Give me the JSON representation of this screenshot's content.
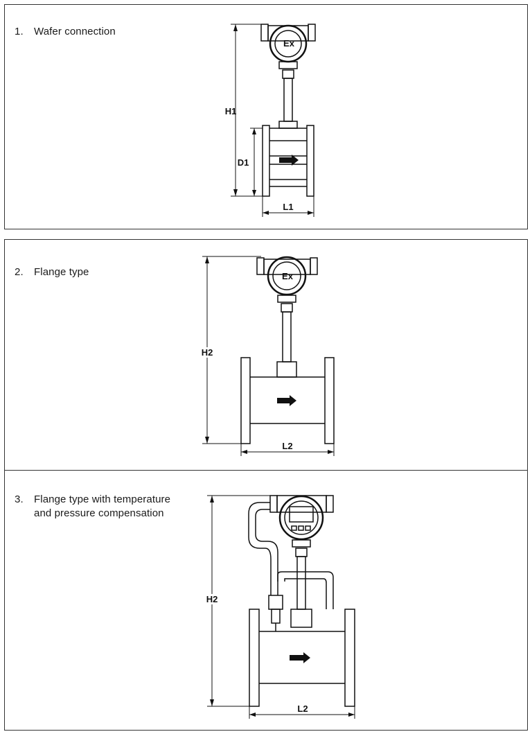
{
  "panels": [
    {
      "number": "1.",
      "caption": "Wafer connection"
    },
    {
      "number": "2.",
      "caption": "Flange type"
    },
    {
      "number": "3.",
      "caption_line1": "Flange type with temperature",
      "caption_line2": "and pressure compensation"
    }
  ],
  "dimensions": {
    "h1": "H1",
    "d1": "D1",
    "l1": "L1",
    "h2_flange": "H2",
    "l2_flange": "L2",
    "h2_comp": "H2",
    "l2_comp": "L2"
  },
  "head_marking": "Ex"
}
